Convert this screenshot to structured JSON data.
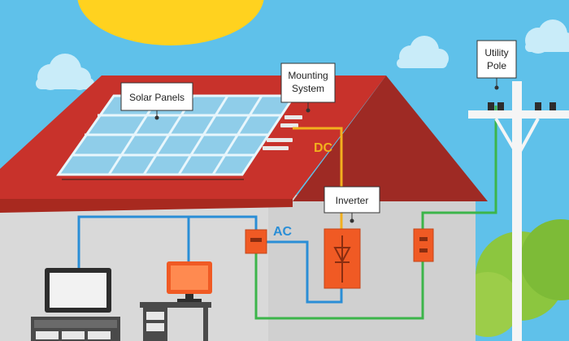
{
  "labels": {
    "solar_panels": "Solar Panels",
    "mounting_line1": "Mounting",
    "mounting_line2": "System",
    "dc": "DC",
    "ac": "AC",
    "inverter": "Inverter",
    "utility_line1": "Utility",
    "utility_line2": "Pole"
  },
  "colors": {
    "sky": "#5fc1ea",
    "sun": "#ffd21f",
    "roof": "#c8322b",
    "roof_side": "#9e2a24",
    "wall": "#d9d9d9",
    "panel": "#bfe3f3",
    "dc_wire": "#f2b01e",
    "ac_wire": "#2a8ed6",
    "grid_wire": "#3cb54a",
    "device": "#f05a24",
    "tv": "#2d2d2d"
  }
}
